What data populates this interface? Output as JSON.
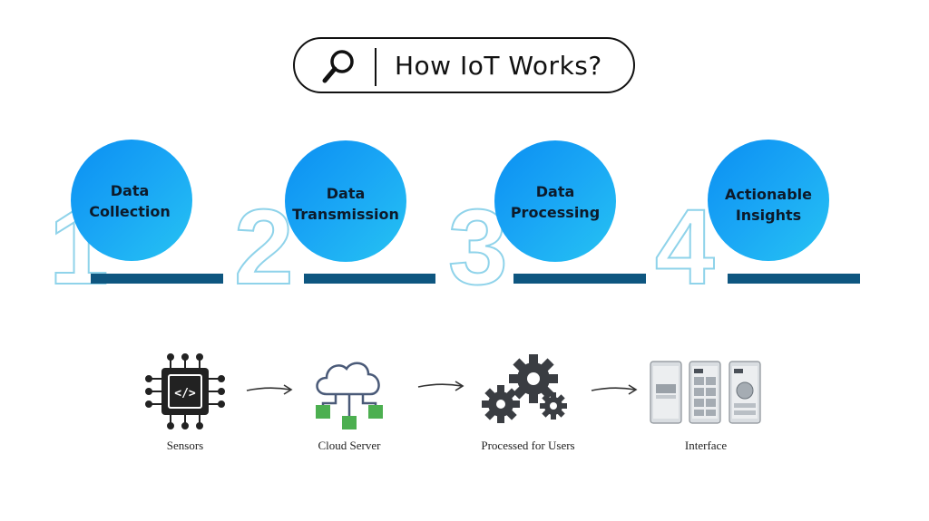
{
  "header": {
    "title": "How IoT Works?"
  },
  "steps": [
    {
      "number": "1",
      "label": "Data\nCollection"
    },
    {
      "number": "2",
      "label": "Data\nTransmission"
    },
    {
      "number": "3",
      "label": "Data\nProcessing"
    },
    {
      "number": "4",
      "label": "Actionable\nInsights"
    }
  ],
  "flow": [
    {
      "label": "Sensors",
      "icon": "chip-icon"
    },
    {
      "label": "Cloud Server",
      "icon": "cloud-network-icon"
    },
    {
      "label": "Processed for Users",
      "icon": "gears-icon"
    },
    {
      "label": "Interface",
      "icon": "phones-icon"
    }
  ],
  "colors": {
    "circle": "#1aa7f5",
    "bar": "#0e5680",
    "outline": "#8fd3ea",
    "node": "#4caf50"
  }
}
